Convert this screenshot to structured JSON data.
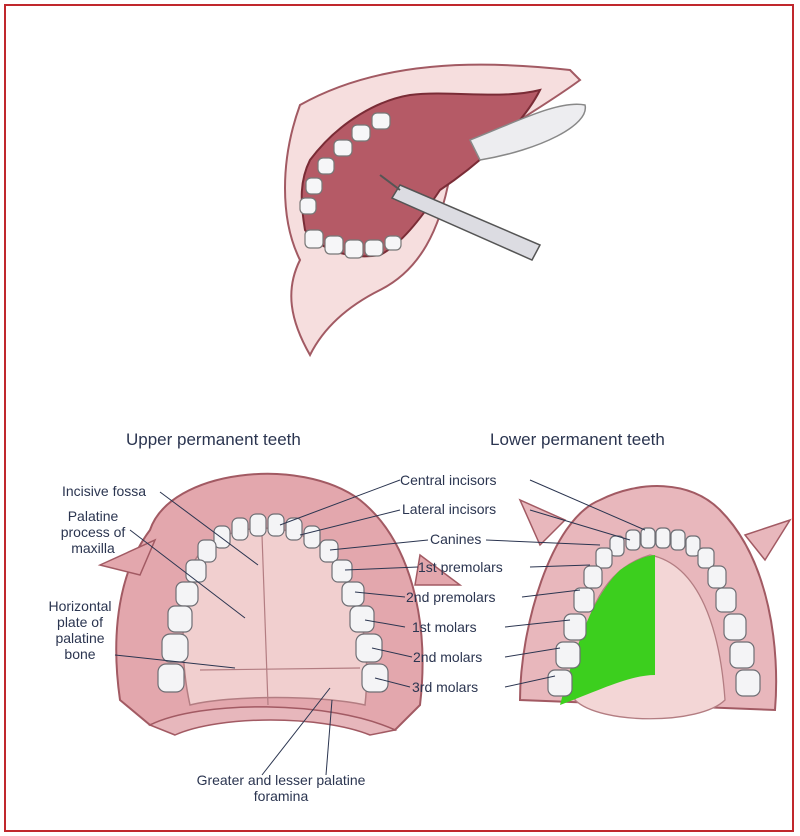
{
  "colors": {
    "frame": "#c0282d",
    "gum": "#d99aa0",
    "palate": "#f1cfcf",
    "tooth": "#f4f4f6",
    "label_text": "#2b3550",
    "highlight": "#3ccf1e"
  },
  "headings": {
    "upper": "Upper permanent teeth",
    "lower": "Lower permanent teeth"
  },
  "labels": {
    "incisive_fossa": "Incisive fossa",
    "palatine_process": "Palatine process of maxilla",
    "horizontal_plate": "Horizontal plate of palatine bone",
    "central_incisors": "Central incisors",
    "lateral_incisors": "Lateral incisors",
    "canines": "Canines",
    "first_premolars": "1st premolars",
    "second_premolars": "2nd premolars",
    "first_molars": "1st molars",
    "second_molars": "2nd molars",
    "third_molars": "3rd molars",
    "greater_lesser": "Greater and lesser palatine foramina"
  }
}
